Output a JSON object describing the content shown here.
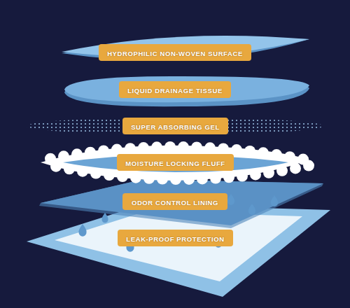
{
  "diagram": {
    "nodes": [
      {
        "text": [
          "HYDROPHILIC NON-WOVEN SURFACE"
        ]
      },
      {
        "text": [
          "LIQUID DRAINAGE TISSUE"
        ]
      },
      {
        "text": [
          "SUPER ABSORBING GEL"
        ]
      },
      {
        "text": [
          "MOISTURE LOCKING FLUFF"
        ]
      },
      {
        "text": [
          "ODOR CONTROL LINING"
        ]
      },
      {
        "text": [
          "LEAK-PROOF PROTECTION"
        ]
      }
    ]
  }
}
